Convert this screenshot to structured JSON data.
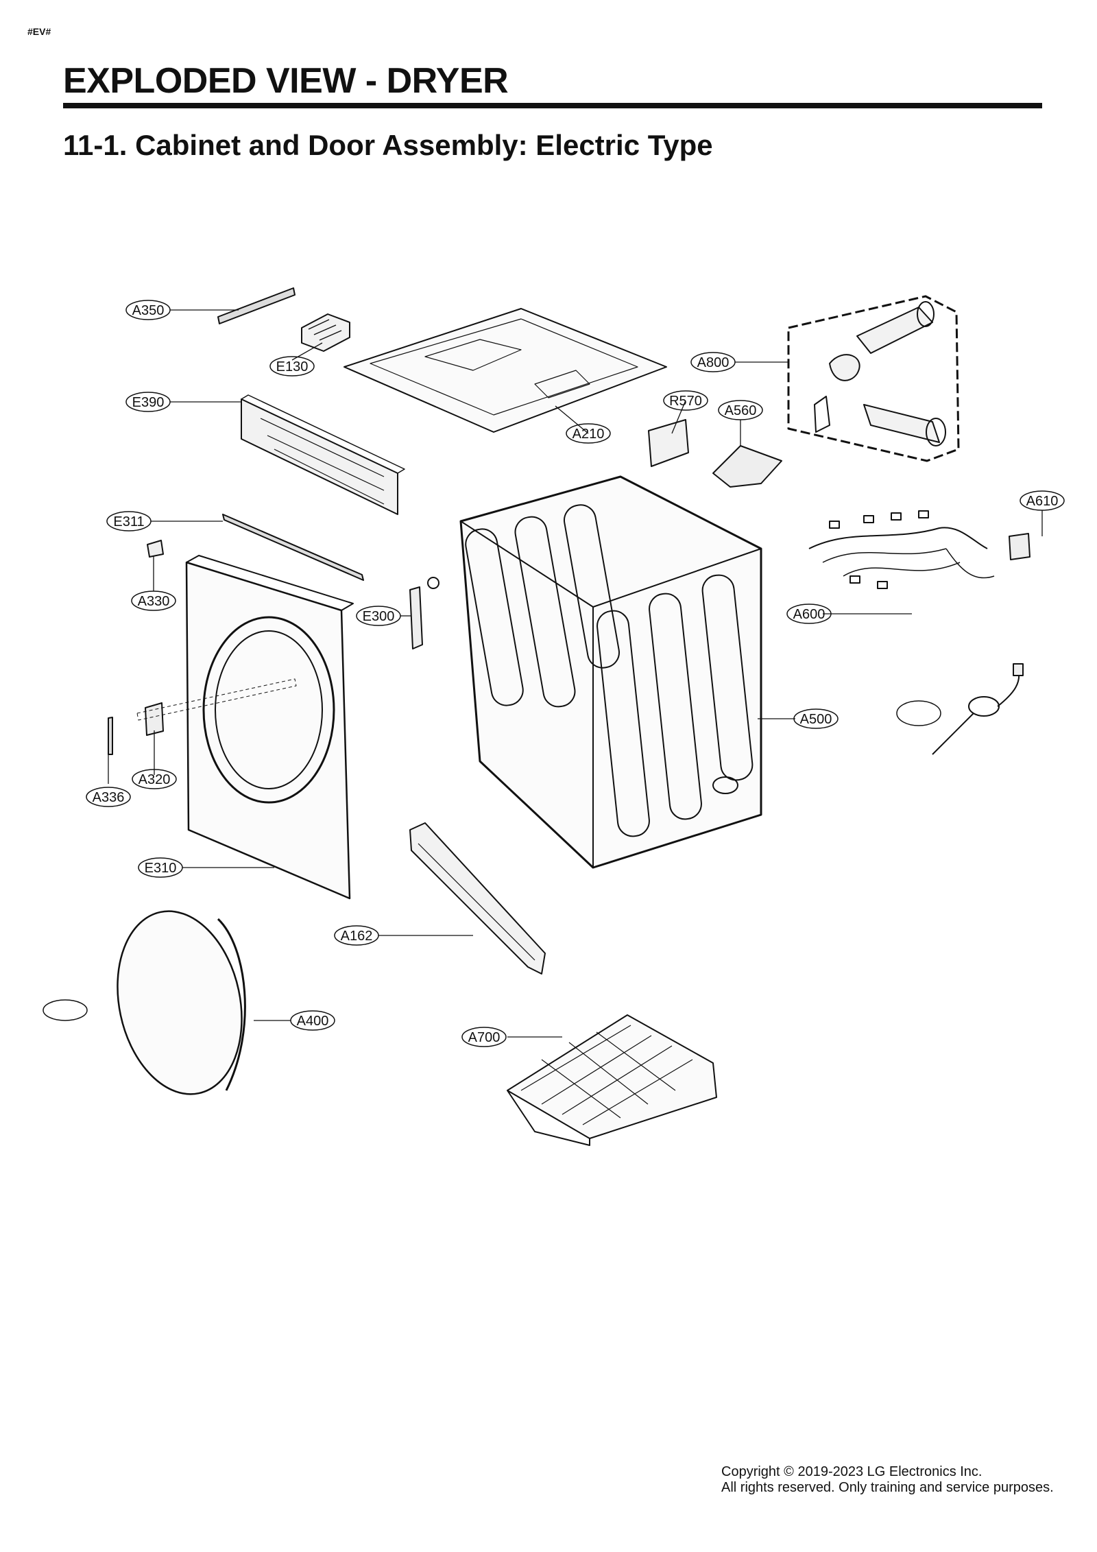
{
  "header": {
    "tag": "#EV#",
    "title": "EXPLODED VIEW - DRYER",
    "subtitle": "11-1. Cabinet and Door Assembly: Electric Type"
  },
  "callouts": [
    "A350",
    "E130",
    "E390",
    "A210",
    "A800",
    "R570",
    "A560",
    "A610",
    "E311",
    "A330",
    "E300",
    "A600",
    "A500",
    "A320",
    "A336",
    "E310",
    "A162",
    "A400",
    "A700"
  ],
  "footer": {
    "copyright_line1": "Copyright © 2019-2023 LG Electronics Inc.",
    "copyright_line2": "All rights reserved. Only training and service purposes."
  }
}
